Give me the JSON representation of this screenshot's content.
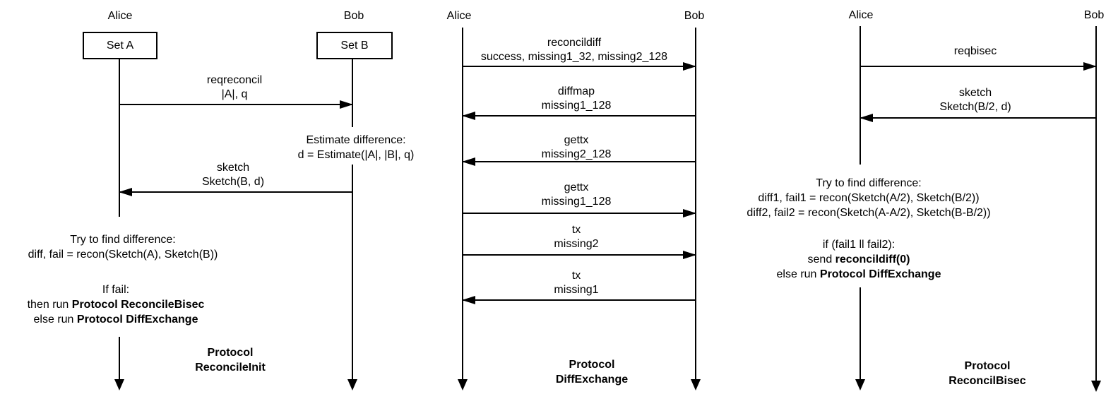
{
  "colors": {
    "ink": "#000000",
    "background": "#ffffff"
  },
  "diagrams": {
    "left": {
      "actors": {
        "alice": "Alice",
        "bob": "Bob"
      },
      "boxes": {
        "a": "Set A",
        "b": "Set B"
      },
      "msg_reqreconcil": [
        "reqreconcil",
        "|A|, q"
      ],
      "note_estimate": [
        "Estimate difference:",
        "d = Estimate(|A|, |B|, q)"
      ],
      "msg_sketch": [
        "sketch",
        "Sketch(B, d)"
      ],
      "note_try": [
        "Try to find difference:",
        "diff, fail = recon(Sketch(A), Sketch(B))"
      ],
      "note_iffail": {
        "line1": "If fail:",
        "line2_pre": "then run ",
        "line2_bold": "Protocol ReconcileBisec",
        "line3_pre": "else run ",
        "line3_bold": "Protocol DiffExchange"
      },
      "protocol": [
        "Protocol",
        "ReconcileInit"
      ]
    },
    "middle": {
      "actors": {
        "alice": "Alice",
        "bob": "Bob"
      },
      "msg_reconcildiff": [
        "reconcildiff",
        "success, missing1_32, missing2_128"
      ],
      "msg_diffmap": [
        "diffmap",
        "missing1_128"
      ],
      "msg_gettx_a": [
        "gettx",
        "missing2_128"
      ],
      "msg_gettx_b": [
        "gettx",
        "missing1_128"
      ],
      "msg_tx_a": [
        "tx",
        "missing2"
      ],
      "msg_tx_b": [
        "tx",
        "missing1"
      ],
      "protocol": [
        "Protocol",
        "DiffExchange"
      ]
    },
    "right": {
      "actors": {
        "alice": "Alice",
        "bob": "Bob"
      },
      "msg_reqbisec": [
        "reqbisec"
      ],
      "msg_sketch": [
        "sketch",
        "Sketch(B/2, d)"
      ],
      "note_try": [
        "Try to find difference:",
        "diff1, fail1 = recon(Sketch(A/2), Sketch(B/2))",
        "diff2, fail2 = recon(Sketch(A-A/2), Sketch(B-B/2))"
      ],
      "note_if": {
        "line1": "if (fail1 ll fail2):",
        "line2_pre": "send ",
        "line2_bold": "reconcildiff(0)",
        "line3_pre": "else run ",
        "line3_bold": "Protocol DiffExchange"
      },
      "protocol": [
        "Protocol",
        "ReconcilBisec"
      ]
    }
  }
}
